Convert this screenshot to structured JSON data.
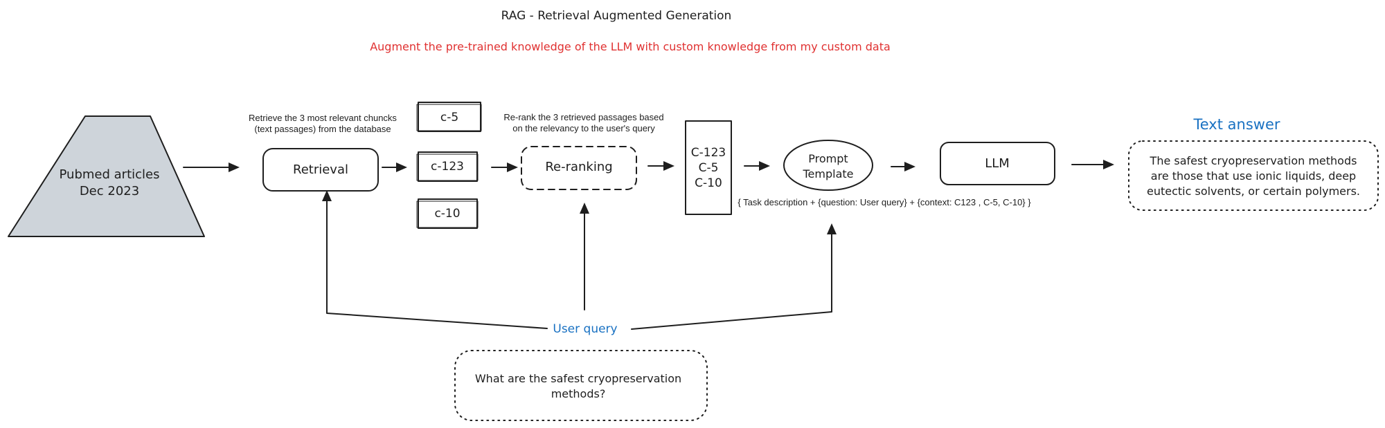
{
  "title": "RAG - Retrieval Augmented Generation",
  "subtitle": "Augment the pre-trained knowledge of the LLM with custom knowledge from my custom data",
  "colors": {
    "ink": "#1e1e1e",
    "subtitle": "#e03131",
    "accent_blue": "#1971c2",
    "pyramid_fill": "#ced4da"
  },
  "source": {
    "line1": "Pubmed articles",
    "line2": "Dec 2023"
  },
  "retrieval": {
    "label": "Retrieval",
    "caption_line1": "Retrieve the 3 most relevant chuncks",
    "caption_line2": "(text passages) from the database"
  },
  "chunks": [
    "c-5",
    "c-123",
    "c-10"
  ],
  "reranking": {
    "label": "Re-ranking",
    "caption_line1": "Re-rank the 3 retrieved passages based",
    "caption_line2": "on the relevancy to the user's query"
  },
  "ranked_chunks": [
    "C-123",
    "C-5",
    "C-10"
  ],
  "prompt_template": {
    "line1": "Prompt",
    "line2": "Template",
    "formula": "{ Task description + {question: User query} + {context: C123 , C-5, C-10} }"
  },
  "llm": {
    "label": "LLM"
  },
  "answer": {
    "heading": "Text answer",
    "lines": [
      "The safest cryopreservation methods",
      "are those that use ionic liquids, deep",
      "eutectic solvents, or certain polymers."
    ]
  },
  "user_query": {
    "label": "User query",
    "lines": [
      "What are the safest cryopreservation",
      "methods?"
    ]
  }
}
